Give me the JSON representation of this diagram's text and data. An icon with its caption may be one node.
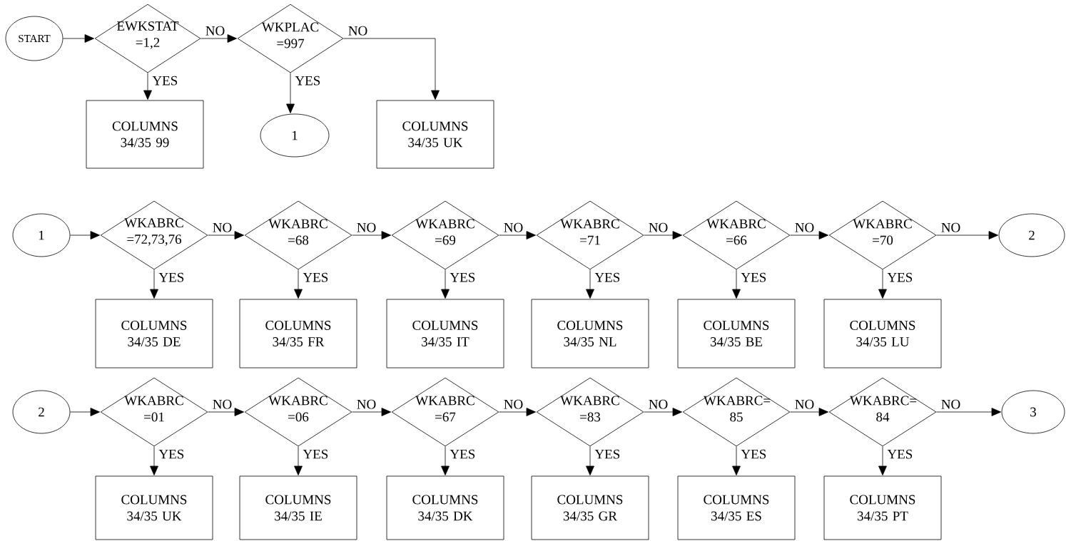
{
  "diagram": {
    "nodes": [
      {
        "text": [
          "START"
        ]
      },
      {
        "text": [
          "EWKSTAT =1,2"
        ]
      },
      {
        "text": [
          "WKPLAC =997"
        ]
      },
      {
        "text": [
          "COLUMNS 34/35 99"
        ]
      },
      {
        "text": [
          "1"
        ]
      },
      {
        "text": [
          "COLUMNS 34/35 UK"
        ]
      },
      {
        "text": [
          "1"
        ]
      },
      {
        "text": [
          "WKABRC =72,73,76"
        ]
      },
      {
        "text": [
          "WKABRC =68"
        ]
      },
      {
        "text": [
          "WKABRC =69"
        ]
      },
      {
        "text": [
          "WKABRC =71"
        ]
      },
      {
        "text": [
          "WKABRC =66"
        ]
      },
      {
        "text": [
          "WKABRC =70"
        ]
      },
      {
        "text": [
          "COLUMNS 34/35 DE"
        ]
      },
      {
        "text": [
          "COLUMNS 34/35 FR"
        ]
      },
      {
        "text": [
          "COLUMNS 34/35 IT"
        ]
      },
      {
        "text": [
          "COLUMNS 34/35 NL"
        ]
      },
      {
        "text": [
          "COLUMNS 34/35 BE"
        ]
      },
      {
        "text": [
          "COLUMNS 34/35 LU"
        ]
      },
      {
        "text": [
          "2"
        ]
      },
      {
        "text": [
          "2"
        ]
      },
      {
        "text": [
          "WKABRC =01"
        ]
      },
      {
        "text": [
          "WKABRC =06"
        ]
      },
      {
        "text": [
          "WKABRC =67"
        ]
      },
      {
        "text": [
          "WKABRC =83"
        ]
      },
      {
        "text": [
          "WKABRC= 85"
        ]
      },
      {
        "text": [
          "WKABRC= 84"
        ]
      },
      {
        "text": [
          "COLUMNS 34/35 UK"
        ]
      },
      {
        "text": [
          "COLUMNS 34/35 IE"
        ]
      },
      {
        "text": [
          "COLUMNS 34/35 DK"
        ]
      },
      {
        "text": [
          "COLUMNS 34/35 GR"
        ]
      },
      {
        "text": [
          "COLUMNS 34/35 ES"
        ]
      },
      {
        "text": [
          "COLUMNS 34/35 PT"
        ]
      },
      {
        "text": [
          "3"
        ]
      }
    ],
    "edges": [
      {
        "from": 0,
        "to": 1,
        "arrow": "to"
      },
      {
        "from": 1,
        "to": 2,
        "arrow": "to",
        "label": "NO"
      },
      {
        "from": 1,
        "to": 3,
        "arrow": "to",
        "label": "YES"
      },
      {
        "from": 2,
        "to": 5,
        "arrow": "to",
        "label": "NO"
      },
      {
        "from": 2,
        "to": 4,
        "arrow": "to",
        "label": "YES"
      },
      {
        "from": 6,
        "to": 7,
        "arrow": "to"
      },
      {
        "from": 7,
        "to": 8,
        "arrow": "to",
        "label": "NO"
      },
      {
        "from": 7,
        "to": 13,
        "arrow": "to",
        "label": "YES"
      },
      {
        "from": 8,
        "to": 9,
        "arrow": "to",
        "label": "NO"
      },
      {
        "from": 8,
        "to": 14,
        "arrow": "to",
        "label": "YES"
      },
      {
        "from": 9,
        "to": 10,
        "arrow": "to",
        "label": "NO"
      },
      {
        "from": 9,
        "to": 15,
        "arrow": "to",
        "label": "YES"
      },
      {
        "from": 10,
        "to": 11,
        "arrow": "to",
        "label": "NO"
      },
      {
        "from": 10,
        "to": 16,
        "arrow": "to",
        "label": "YES"
      },
      {
        "from": 11,
        "to": 12,
        "arrow": "to",
        "label": "NO"
      },
      {
        "from": 11,
        "to": 17,
        "arrow": "to",
        "label": "YES"
      },
      {
        "from": 12,
        "to": 19,
        "arrow": "to",
        "label": "NO"
      },
      {
        "from": 12,
        "to": 18,
        "arrow": "to",
        "label": "YES"
      },
      {
        "from": 20,
        "to": 21,
        "arrow": "to"
      },
      {
        "from": 21,
        "to": 22,
        "arrow": "to",
        "label": "NO"
      },
      {
        "from": 21,
        "to": 27,
        "arrow": "to",
        "label": "YES"
      },
      {
        "from": 22,
        "to": 23,
        "arrow": "to",
        "label": "NO"
      },
      {
        "from": 22,
        "to": 28,
        "arrow": "to",
        "label": "YES"
      },
      {
        "from": 23,
        "to": 24,
        "arrow": "to",
        "label": "NO"
      },
      {
        "from": 23,
        "to": 29,
        "arrow": "to",
        "label": "YES"
      },
      {
        "from": 24,
        "to": 25,
        "arrow": "to",
        "label": "NO"
      },
      {
        "from": 24,
        "to": 30,
        "arrow": "to",
        "label": "YES"
      },
      {
        "from": 25,
        "to": 26,
        "arrow": "to",
        "label": "NO"
      },
      {
        "from": 25,
        "to": 31,
        "arrow": "to",
        "label": "YES"
      },
      {
        "from": 26,
        "to": 33,
        "arrow": "to",
        "label": "NO"
      },
      {
        "from": 26,
        "to": 32,
        "arrow": "to",
        "label": "YES"
      }
    ]
  }
}
